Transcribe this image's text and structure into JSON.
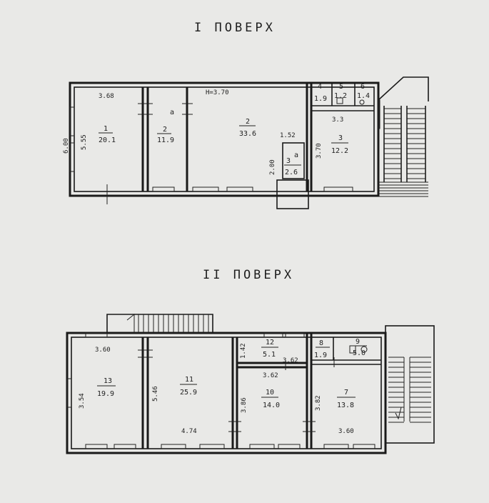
{
  "floor1": {
    "title": "I  ПОВЕРХ",
    "dims": {
      "width_top": "3.68",
      "height_label": "Н=3.70",
      "overall_depth": "6.00",
      "room_depth": "5.55",
      "d_3_3": "3.3",
      "d_1_52": "1.52",
      "d_2_00": "2.00",
      "d_3_70": "3.70"
    },
    "rooms": [
      {
        "num": "1",
        "area": "20.1"
      },
      {
        "num": "2",
        "suffix": "а",
        "area": "11.9"
      },
      {
        "num": "2",
        "area": "33.6"
      },
      {
        "num": "3",
        "suffix": "а",
        "area": "2.6"
      },
      {
        "num": "3",
        "area": "12.2"
      },
      {
        "num": "4",
        "area": "1.9"
      },
      {
        "num": "5",
        "area": "1.2"
      },
      {
        "num": "6",
        "area": "1.4"
      }
    ]
  },
  "floor2": {
    "title": "II  ПОВЕРХ",
    "dims": {
      "w_13": "3.60",
      "h_13": "3.54",
      "h_11": "5.46",
      "w_11": "4.74",
      "h_12": "1.42",
      "w_12": "3.62",
      "w_10": "3.62",
      "h_10": "3.86",
      "h_7": "3.82",
      "w_7": "3.60"
    },
    "rooms": [
      {
        "num": "13",
        "area": "19.9"
      },
      {
        "num": "11",
        "area": "25.9"
      },
      {
        "num": "12",
        "area": "5.1"
      },
      {
        "num": "10",
        "area": "14.0"
      },
      {
        "num": "8",
        "area": "1.9"
      },
      {
        "num": "9",
        "area": "5.0"
      },
      {
        "num": "7",
        "area": "13.8"
      }
    ]
  }
}
